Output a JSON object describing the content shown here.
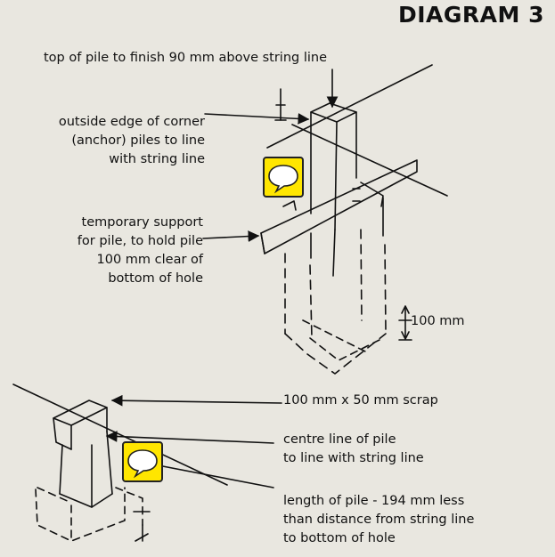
{
  "title": "DIAGRAM 3",
  "labels": {
    "top_of_pile": "top of pile to finish 90 mm above string line",
    "outside_edge": [
      "outside edge of corner",
      "(anchor) piles to line",
      "with string line"
    ],
    "temporary_support": [
      "temporary support",
      "for pile, to hold pile",
      "100 mm clear of",
      "bottom of hole"
    ],
    "dim_100": "100 mm",
    "scrap": "100 mm x 50 mm  scrap",
    "centre_line": [
      "centre line of pile",
      "to line with string line"
    ],
    "length_of_pile": [
      "length of pile - 194 mm less",
      "than distance from string line",
      "to bottom of hole"
    ]
  },
  "note_icons": [
    "speech-bubble-icon",
    "speech-bubble-icon"
  ],
  "colors": {
    "note_icon_background": "#ffe600",
    "background": "#e9e7e0"
  }
}
